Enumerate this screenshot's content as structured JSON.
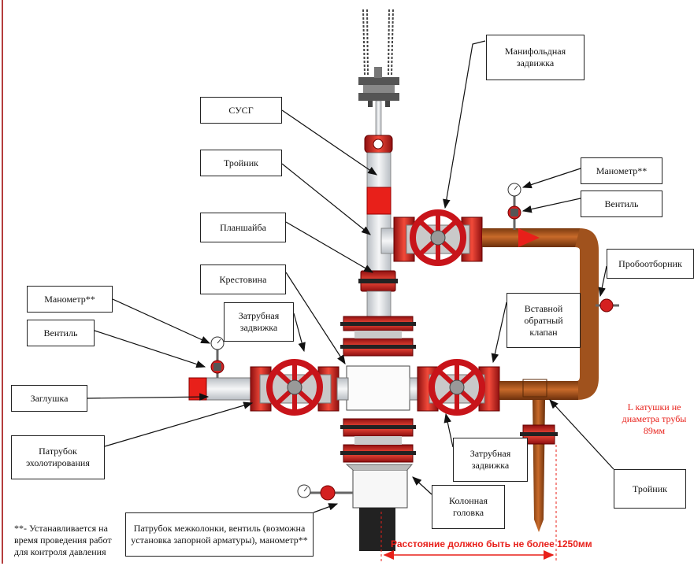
{
  "colors": {
    "accent_red": "#e8201a",
    "pipe_brown": "#a0521d",
    "valve_red": "#d42020",
    "steel_gray": "#9aa0a6"
  },
  "labels": {
    "manifold_valve": "Манифольдная\nзадвижка",
    "susg": "СУСГ",
    "tee_top": "Тройник",
    "manometer_right": "Манометр**",
    "valve_right": "Вентиль",
    "faceplate": "Планшайба",
    "sampler": "Пробоотборник",
    "cross": "Крестовина",
    "manometer_left": "Манометр**",
    "annular_valve_left": "Затрубная\nзадвижка",
    "check_valve": "Вставной\nобратный\nклапан",
    "valve_left": "Вентиль",
    "plug": "Заглушка",
    "echo_pipe": "Патрубок\nэхолотирования",
    "annular_valve_right": "Затрубная\nзадвижка",
    "tee_bottom": "Тройник",
    "column_head": "Колонная\nголовка",
    "intercolumn_pipe": "Патрубок межколонки, вентиль (возможна\nустановка запорной арматуры), манометр**"
  },
  "notes": {
    "footnote": "**- Устанавливается на\nвремя проведения работ\nдля контроля давления",
    "coil_length": "L катушки не\nдиаметра трубы\n89мм",
    "distance": "Расстояние должно быть не более 1250мм"
  }
}
